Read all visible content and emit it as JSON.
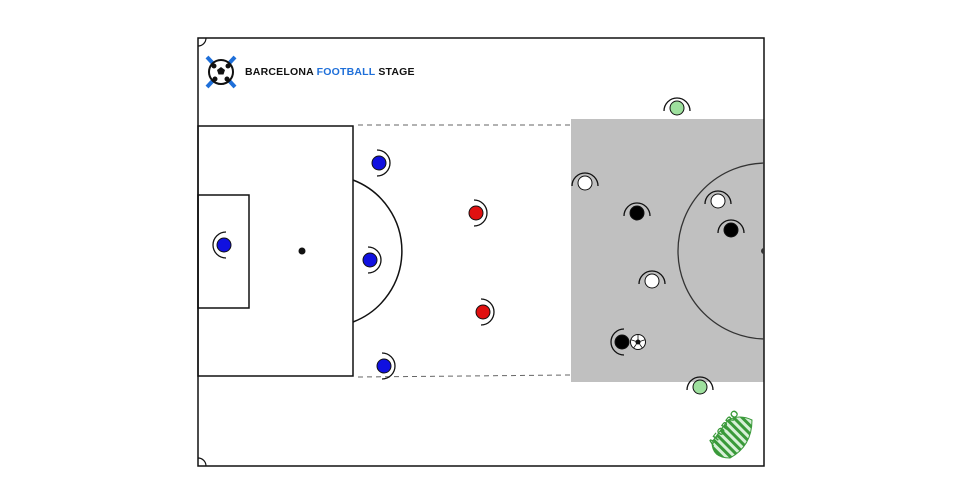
{
  "brand": {
    "name_part1": "BARCELONA",
    "name_accent": "FOOTBALL",
    "name_part3": "STAGE",
    "accent_color": "#1e6fd9"
  },
  "badge": {
    "text": "AFOPRO",
    "color": "#3a9a3a"
  },
  "colors": {
    "pitch_lines": "#111111",
    "shaded_zone": "#c0c0c0",
    "team_blue": "#1010e0",
    "team_red": "#e01010",
    "team_black": "#000000",
    "team_white": "#ffffff",
    "team_green": "#9ee09e"
  },
  "legend_items": []
}
